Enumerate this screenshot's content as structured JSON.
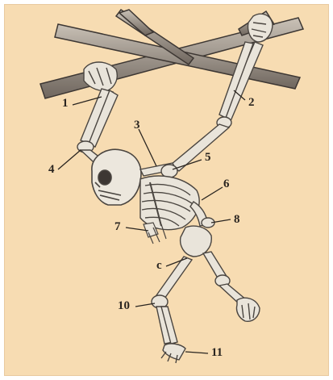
{
  "labels": [
    {
      "id": "1",
      "text": "1"
    },
    {
      "id": "2",
      "text": "2"
    },
    {
      "id": "3",
      "text": "3"
    },
    {
      "id": "4",
      "text": "4"
    },
    {
      "id": "5",
      "text": "5"
    },
    {
      "id": "6",
      "text": "6"
    },
    {
      "id": "7",
      "text": "7"
    },
    {
      "id": "8",
      "text": "8"
    },
    {
      "id": "9",
      "text": "c"
    },
    {
      "id": "10",
      "text": "10"
    },
    {
      "id": "11",
      "text": "11"
    }
  ],
  "colors": {
    "background": "#f7dcb2",
    "bone": "#e9e4da",
    "outline": "#4a4540",
    "branch": "#8c8178"
  }
}
